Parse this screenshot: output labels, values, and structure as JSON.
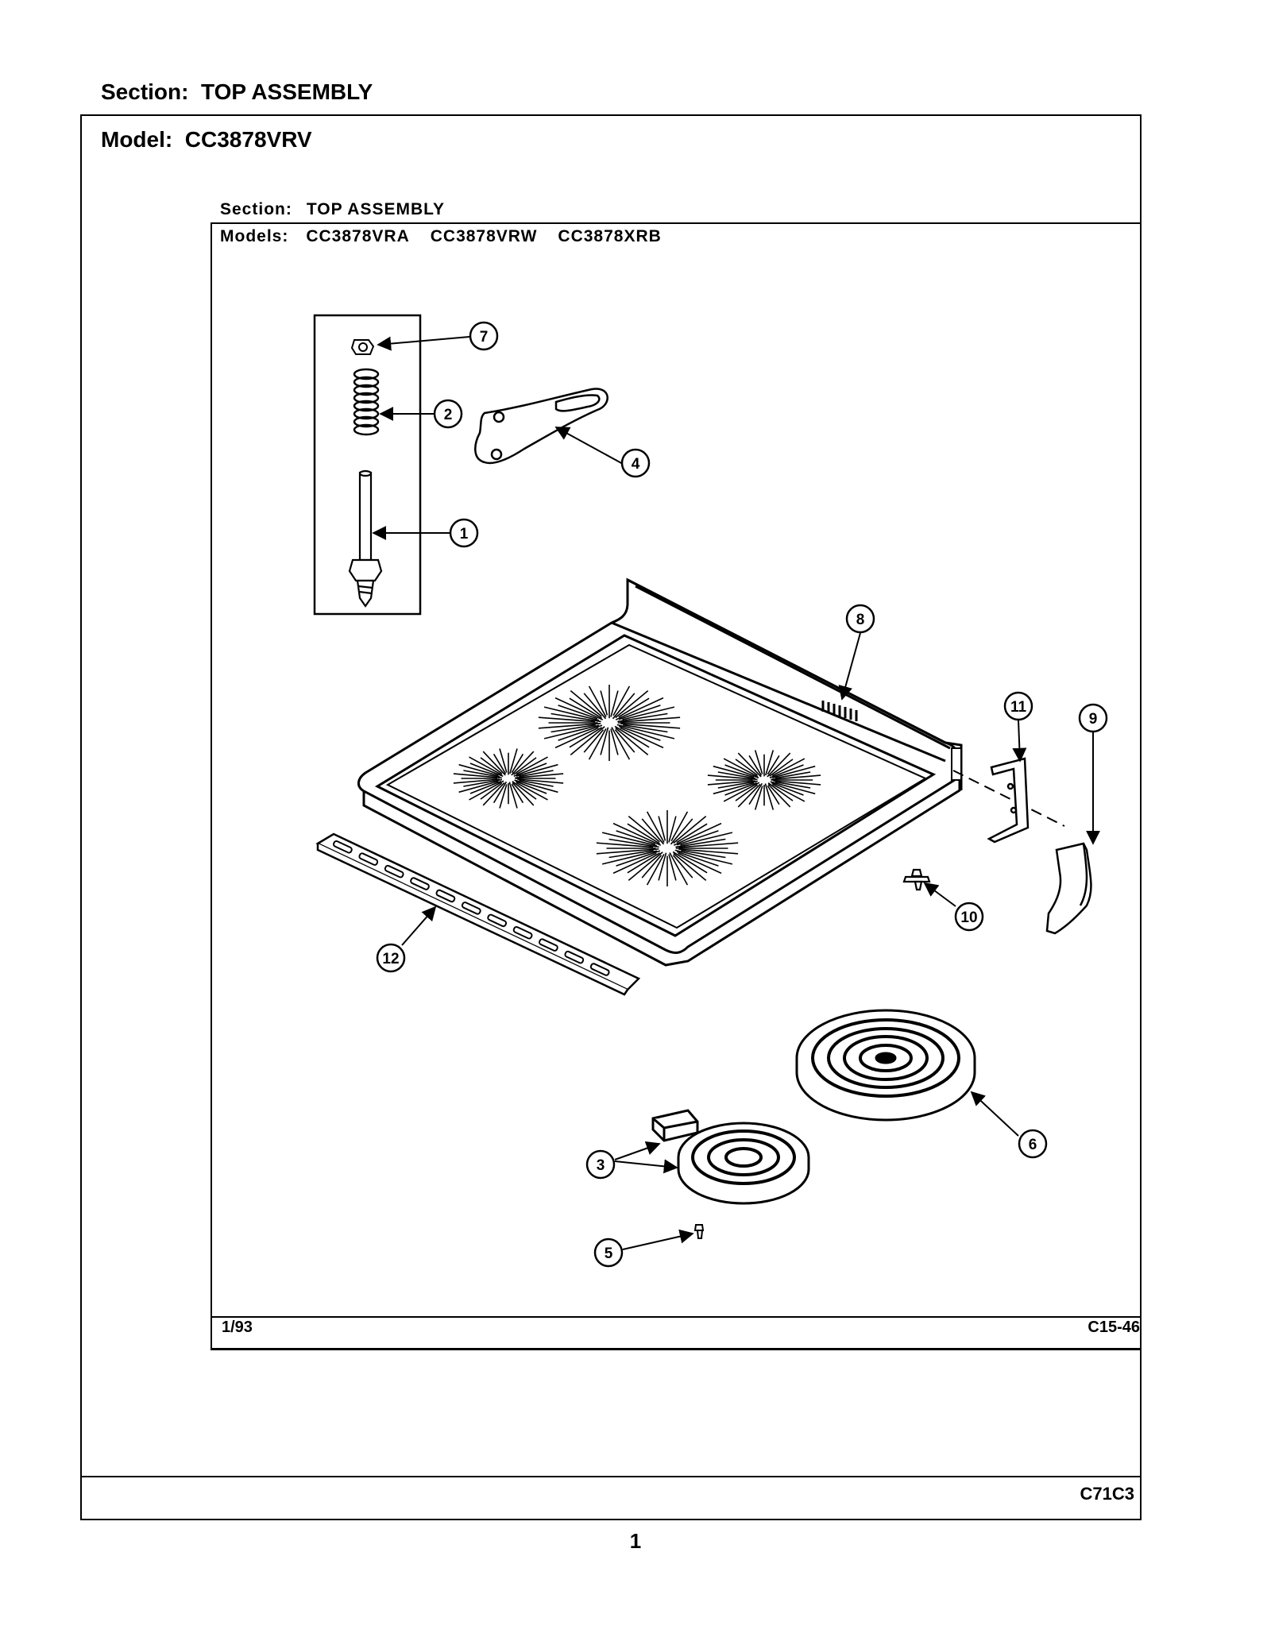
{
  "header": {
    "section_label": "Section:",
    "section_value": "TOP ASSEMBLY",
    "model_label": "Model:",
    "model_value": "CC3878VRV"
  },
  "inner_sheet": {
    "section_label": "Section:",
    "section_value": "TOP ASSEMBLY",
    "models_label": "Models:",
    "models": [
      "CC3878VRA",
      "CC3878VRW",
      "CC3878XRB"
    ],
    "date": "1/93",
    "code": "C15-46"
  },
  "callouts": [
    "1",
    "2",
    "3",
    "4",
    "5",
    "6",
    "7",
    "8",
    "9",
    "10",
    "11",
    "12"
  ],
  "footer": {
    "code": "C71C3",
    "page_number": "1"
  }
}
